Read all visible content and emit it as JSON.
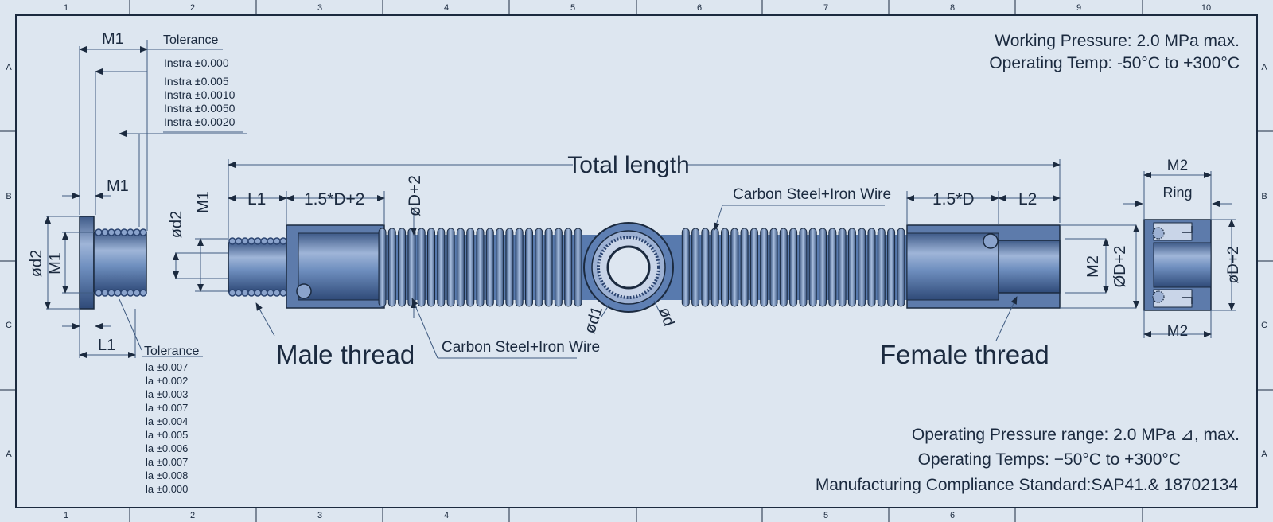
{
  "title_block": {
    "top_right": [
      "Working Pressure: 2.0 MPa max.",
      "Operating Temp: -50°C to +300°C"
    ],
    "bottom_right": [
      "Operating Pressure range: 2.0 MPa ⊿, max.",
      "Operating Temps: −50°C to +300°C",
      "Manufacturing Compliance Standard:SAP41.& 18702134"
    ]
  },
  "border": {
    "top_cols": [
      "1",
      "2",
      "3",
      "4",
      "5",
      "6",
      "7",
      "8",
      "9",
      "10"
    ],
    "bottom_cols": [
      "1",
      "2",
      "3",
      "4",
      "5",
      "6"
    ],
    "rows": [
      "A",
      "B",
      "C",
      "A"
    ]
  },
  "top_tolerance": {
    "m1_label": "M1",
    "header": "Tolerance",
    "items": [
      "Instra ±0.000",
      "Instra ±0.005",
      "Instra ±0.0010",
      "Instra ±0.0050",
      "Instra ±0.0020"
    ]
  },
  "bottom_tolerance": {
    "header": "Tolerance",
    "items": [
      "la ±0.007",
      "la ±0.002",
      "la ±0.003",
      "la ±0.007",
      "la ±0.004",
      "la ±0.005",
      "la ±0.006",
      "la ±0.007",
      "la ±0.008",
      "la ±0.000"
    ]
  },
  "fitting_left": {
    "m1_mid": "M1",
    "d2": "ød2",
    "m1_vert": "M1",
    "l1": "L1"
  },
  "hose": {
    "total_length": "Total length",
    "m1": "M1",
    "d2": "ød2",
    "l1": "L1",
    "len_male": "1.5*D+2",
    "dia_outer": "øD+2",
    "wire_top": "Carbon Steel+Iron Wire",
    "wire_bottom": "Carbon Steel+Iron Wire",
    "len_female": "1.5*D",
    "l2": "L2",
    "d1": "ød1",
    "d": "ød",
    "m2": "M2",
    "d_plus": "ØD+2",
    "male": "Male thread",
    "female": "Female thread"
  },
  "fitting_right": {
    "m2_top": "M2",
    "ring": "Ring",
    "m2_bottom": "M2",
    "d_plus": "øD+2"
  },
  "colors": {
    "paper": "#dde6f0",
    "ink": "#1b2a3f",
    "line": "#3e5a80",
    "metal": "#6f8fbf",
    "metal_dark": "#2b4470"
  }
}
